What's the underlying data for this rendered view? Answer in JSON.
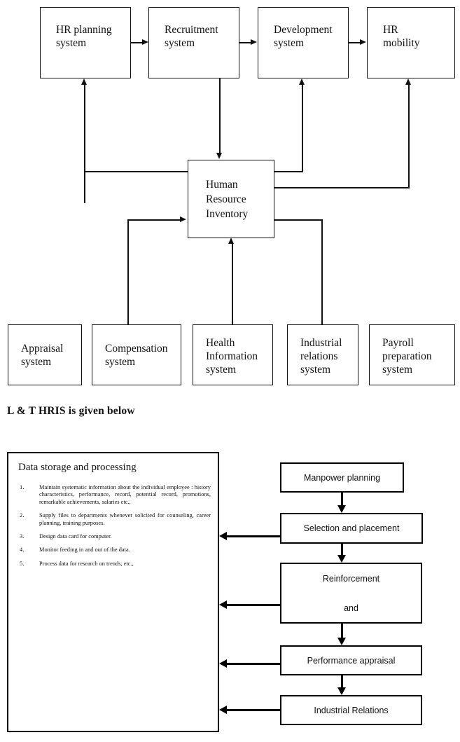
{
  "diagram1": {
    "top_row": [
      {
        "id": "hr-planning-system",
        "label": "HR planning\nsystem"
      },
      {
        "id": "recruitment-system",
        "label": "Recruitment\nsystem"
      },
      {
        "id": "development-system",
        "label": "Development\nsystem"
      },
      {
        "id": "hr-mobility",
        "label": "HR\nmobility"
      }
    ],
    "center": {
      "id": "human-resource-inventory",
      "label": "Human\nResource\nInventory"
    },
    "bottom_row": [
      {
        "id": "appraisal-system",
        "label": "Appraisal\nsystem"
      },
      {
        "id": "compensation-system",
        "label": "Compensation\nsystem"
      },
      {
        "id": "health-information-system",
        "label": "Health\nInformation\nsystem"
      },
      {
        "id": "industrial-relations-system",
        "label": "Industrial\nrelations\nsystem"
      },
      {
        "id": "payroll-preparation-system",
        "label": "Payroll\npreparation\nsystem"
      }
    ]
  },
  "caption": "L & T HRIS is given below",
  "diagram2": {
    "data_box": {
      "title": "Data storage and processing",
      "items": [
        {
          "num": "1.",
          "text": "Maintain systematic information about the individual employee : history characteristics, performance, record, potential record, promotions, remarkable achievements, salaries etc.,"
        },
        {
          "num": "2.",
          "text": "Supply files to departments whenever  solicited for counseling, career planning, training purposes."
        },
        {
          "num": "3.",
          "text": "Design data card for computer."
        },
        {
          "num": "4.",
          "text": "Monitor feeding in and out of the data."
        },
        {
          "num": "5.",
          "text": "Process data for research on trends, etc.,"
        }
      ]
    },
    "flow": [
      {
        "id": "manpower-planning",
        "label": "Manpower planning"
      },
      {
        "id": "selection-and-placement",
        "label": "Selection and placement"
      },
      {
        "id": "reinforcement-and",
        "label": "Reinforcement\nand"
      },
      {
        "id": "performance-appraisal",
        "label": "Performance appraisal"
      },
      {
        "id": "industrial-relations",
        "label": "Industrial Relations"
      }
    ]
  },
  "colors": {
    "stroke": "#111111",
    "stroke_bold": "#000000",
    "background": "#ffffff"
  }
}
